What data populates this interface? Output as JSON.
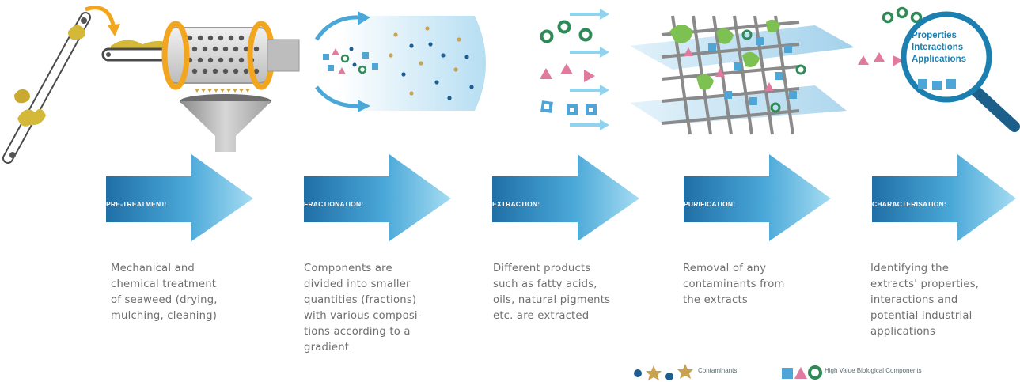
{
  "stages": [
    {
      "label": "PRE-TREATMENT:",
      "description": "Mechanical and\nchemical treatment\nof seaweed (drying,\nmulching, cleaning)"
    },
    {
      "label": "FRACTIONATION:",
      "description": "Components are\ndivided into smaller\nquantities (fractions)\nwith various composi-\ntions according to a\ngradient"
    },
    {
      "label": "EXTRACTION:",
      "description": "Different products\nsuch as fatty acids,\noils, natural pigments\netc. are extracted"
    },
    {
      "label": "PURIFICATION:",
      "description": "Removal of any\ncontaminants from\nthe extracts"
    },
    {
      "label": "CHARACTERISATION:",
      "description": "Identifying the\nextracts' properties,\ninteractions and\npotential industrial\napplications"
    }
  ],
  "magnifier": {
    "lines": [
      "Properties",
      "Interactions",
      "Applications"
    ]
  },
  "legend": {
    "contaminants_label": "Contaminants",
    "high_value_label": "High Value Biological Components"
  },
  "colors": {
    "arrow_dark": "#1f6fa6",
    "arrow_light": "#8fd3ef",
    "text_gray": "#6e6e6e",
    "seaweed_yellow": "#d4b838",
    "sun_orange": "#f2a51f",
    "contaminant_blue": "#1c5e93",
    "contaminant_tan": "#c9a24f",
    "component_green": "#2e8b57",
    "component_pink": "#e07a9e",
    "component_blue": "#4fa6d6",
    "leaf_green": "#7cc151",
    "lens_blue": "#1b7fb0"
  }
}
